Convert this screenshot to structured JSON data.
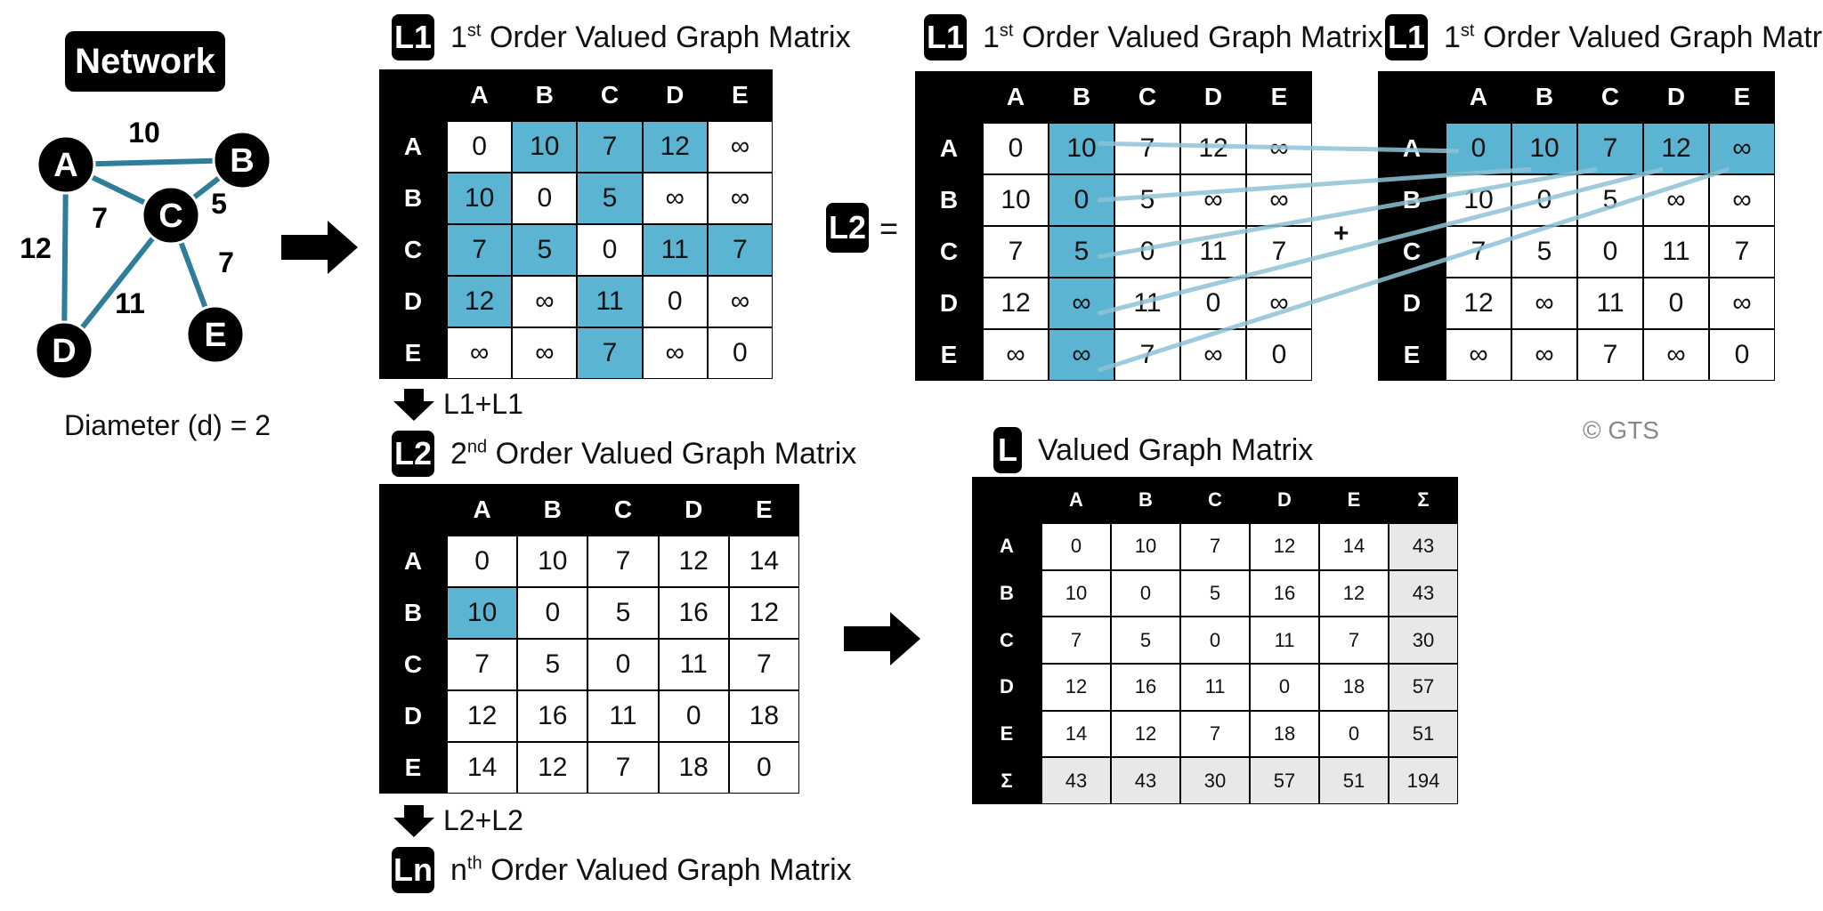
{
  "network": {
    "badge": "Network",
    "nodes": [
      {
        "id": "A"
      },
      {
        "id": "B"
      },
      {
        "id": "C"
      },
      {
        "id": "D"
      },
      {
        "id": "E"
      }
    ],
    "edges": [
      {
        "from": "A",
        "to": "B",
        "weight": "10"
      },
      {
        "from": "A",
        "to": "C",
        "weight": "7"
      },
      {
        "from": "A",
        "to": "D",
        "weight": "12"
      },
      {
        "from": "C",
        "to": "B",
        "weight": "5"
      },
      {
        "from": "C",
        "to": "D",
        "weight": "11"
      },
      {
        "from": "C",
        "to": "E",
        "weight": "7"
      }
    ],
    "diameter_label": "Diameter (d) = 2",
    "edge_color": "#2e7d99"
  },
  "labels": {
    "L1": "L1",
    "L2": "L2",
    "Ln": "Ln",
    "L": "L",
    "ord_1": "1",
    "sup_st": "st",
    "sup_nd": "nd",
    "sup_th": "th",
    "ord_n": "n",
    "first_title": "Order Valued Graph Matrix",
    "second_title": "Order Valued Graph Matrix",
    "nth_title": "Order Valued Graph Matrix",
    "valued_title": "Valued Graph Matrix",
    "step1": "L1+L1",
    "step2": "L2+L2",
    "equals": "=",
    "plus": "+",
    "copyright": "© GTS"
  },
  "colors": {
    "highlight": "#5bb4d2",
    "sum_cell": "#e8e8e8",
    "line": "#8fc3d6"
  },
  "headers": [
    "A",
    "B",
    "C",
    "D",
    "E"
  ],
  "sum_symbol": "Σ",
  "m1": {
    "rows": [
      [
        "0",
        "10",
        "7",
        "12",
        "∞"
      ],
      [
        "10",
        "0",
        "5",
        "∞",
        "∞"
      ],
      [
        "7",
        "5",
        "0",
        "11",
        "7"
      ],
      [
        "12",
        "∞",
        "11",
        "0",
        "∞"
      ],
      [
        "∞",
        "∞",
        "7",
        "∞",
        "0"
      ]
    ],
    "highlight": [
      [
        0,
        1
      ],
      [
        0,
        2
      ],
      [
        0,
        3
      ],
      [
        1,
        0
      ],
      [
        1,
        2
      ],
      [
        2,
        0
      ],
      [
        2,
        1
      ],
      [
        2,
        3
      ],
      [
        2,
        4
      ],
      [
        3,
        0
      ],
      [
        3,
        2
      ],
      [
        4,
        2
      ]
    ]
  },
  "m2": {
    "rows": [
      [
        "0",
        "10",
        "7",
        "12",
        "14"
      ],
      [
        "10",
        "0",
        "5",
        "16",
        "12"
      ],
      [
        "7",
        "5",
        "0",
        "11",
        "7"
      ],
      [
        "12",
        "16",
        "11",
        "0",
        "18"
      ],
      [
        "14",
        "12",
        "7",
        "18",
        "0"
      ]
    ],
    "highlight": [
      [
        1,
        0
      ]
    ]
  },
  "m3": {
    "rows": [
      [
        "0",
        "10",
        "7",
        "12",
        "∞"
      ],
      [
        "10",
        "0",
        "5",
        "∞",
        "∞"
      ],
      [
        "7",
        "5",
        "0",
        "11",
        "7"
      ],
      [
        "12",
        "∞",
        "11",
        "0",
        "∞"
      ],
      [
        "∞",
        "∞",
        "7",
        "∞",
        "0"
      ]
    ],
    "highlight": [
      [
        0,
        1
      ],
      [
        1,
        1
      ],
      [
        2,
        1
      ],
      [
        3,
        1
      ],
      [
        4,
        1
      ]
    ]
  },
  "m4": {
    "rows": [
      [
        "0",
        "10",
        "7",
        "12",
        "∞"
      ],
      [
        "10",
        "0",
        "5",
        "∞",
        "∞"
      ],
      [
        "7",
        "5",
        "0",
        "11",
        "7"
      ],
      [
        "12",
        "∞",
        "11",
        "0",
        "∞"
      ],
      [
        "∞",
        "∞",
        "7",
        "∞",
        "0"
      ]
    ],
    "highlight": [
      [
        0,
        0
      ],
      [
        0,
        1
      ],
      [
        0,
        2
      ],
      [
        0,
        3
      ],
      [
        0,
        4
      ]
    ]
  },
  "m5": {
    "rows": [
      [
        "0",
        "10",
        "7",
        "12",
        "14",
        "43"
      ],
      [
        "10",
        "0",
        "5",
        "16",
        "12",
        "43"
      ],
      [
        "7",
        "5",
        "0",
        "11",
        "7",
        "30"
      ],
      [
        "12",
        "16",
        "11",
        "0",
        "18",
        "57"
      ],
      [
        "14",
        "12",
        "7",
        "18",
        "0",
        "51"
      ],
      [
        "43",
        "43",
        "30",
        "57",
        "51",
        "194"
      ]
    ]
  }
}
